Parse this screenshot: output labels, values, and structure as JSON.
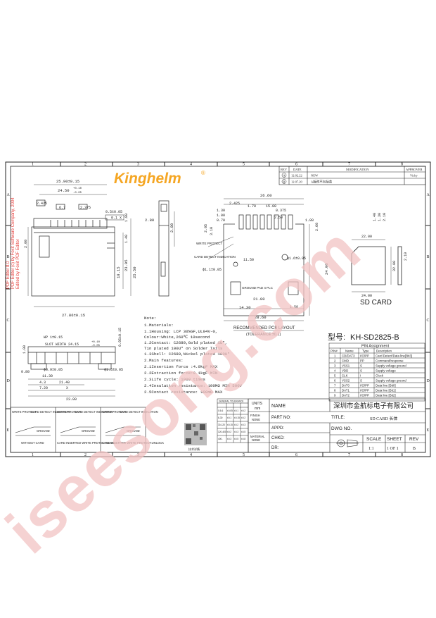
{
  "border": {
    "top_numbers": [
      "1",
      "2",
      "3",
      "4",
      "5",
      "6",
      "7",
      "8"
    ],
    "side_letters": [
      "A",
      "B",
      "C",
      "D",
      "E"
    ]
  },
  "brand": {
    "logo_text": "Kinghelm",
    "reg_mark": "®"
  },
  "foxit_notice": {
    "line1": "PDF Editor 8.0",
    "line2": "PDF Editor (c) by Foxit Software Company, 2004",
    "line3": "Edited by Foxit PDF Editor"
  },
  "revision_table": {
    "headers": [
      "REV",
      "DATE",
      "MODIFICATION",
      "APPROVER"
    ],
    "rows": [
      {
        "rev": "A",
        "date": "12.02.22",
        "mod": "NEW",
        "approver": "Vicky"
      },
      {
        "rev": "B",
        "date": "12.07.20",
        "mod": "A版改不包括盖",
        "approver": ""
      }
    ]
  },
  "front_view": {
    "dims": [
      "25.90±0.15",
      "24.50",
      "+0.10",
      "-0.05",
      "2.425",
      "6.7",
      "2.375",
      "0.5±0.05",
      "0.1",
      "X",
      "2.00",
      "23.95",
      "18.15",
      "25.50",
      "27.86±0.15",
      "1.40",
      "1.80"
    ]
  },
  "side_view": {
    "dims": [
      "2.80",
      "2.00"
    ]
  },
  "pcb_layout": {
    "dims": [
      "26.60",
      "2.425",
      "1.70",
      "15.00",
      "0.375",
      "1.30",
      "1.00",
      "0.70",
      "2.05",
      "2.50",
      "3.10",
      "2.60",
      "11.50",
      "24.90",
      "21.00",
      "14.30",
      "28.60",
      "1.50",
      "1.80"
    ],
    "labels": {
      "write_protect": "WRITE PROTECT",
      "card_detect": "CARD DETECT INDICATION",
      "hole1": "ϕ1.1±0.05",
      "hole2": "ϕ1.6±0.05",
      "ground_pad": "GROUND PAD 4 PLC",
      "title": "RECOMMENDED PCB LAYOUT",
      "tolerance": "(TOLERANCE:±0.1)"
    }
  },
  "sd_card": {
    "label": "SD CARD",
    "dims": [
      "1.40",
      "2.10",
      "1.30",
      "22.00",
      "32.00",
      "24.00",
      "2.10"
    ]
  },
  "bottom_view": {
    "dims": [
      "WP 1±0.15",
      "SLOT WIDTH 24.15",
      "+0.10",
      "-0.05",
      "1.00",
      "0.80",
      "0.95±0.15",
      "ϕ0.9±0.05",
      "ϕ1.5±0.05",
      "11.30",
      "4.3",
      "7.20",
      "21.40",
      "X",
      "23.00"
    ]
  },
  "notes": {
    "title": "Note:",
    "lines": [
      "1.Materials:",
      "1.1Housing: LCP 30%GF,UL94V-0,",
      "          Colour:White,260℃ 10second",
      "1.2Contact: C2680,Gold plated 1U\",",
      "          Tin plated 100U\" on Solder Tails",
      "1.3Shell: C2680,Nickel plated 100U\"",
      "2.Main features:",
      "2.1Insertion force :4.0kgF MAX",
      "2.2Extraction force:0.1kgF MIN",
      "2.3Life cycle: 1000 times",
      "2.4Insulation resistance: 100MΩ MIN 500V",
      "2.5Contact resistance: 100mΩ MAX"
    ]
  },
  "part": {
    "label": "型号:",
    "number": "KH-SD2825-B"
  },
  "pin_table": {
    "title": "PIN Assignment",
    "headers": [
      "PIN#",
      "Name",
      "Type",
      "Description"
    ],
    "rows": [
      [
        "1",
        "CD/DAT3",
        "I/O/PP",
        "Card Detect/Data line[Bit3]"
      ],
      [
        "2",
        "CMD",
        "PP",
        "Command/response"
      ],
      [
        "3",
        "VSS1",
        "S",
        "Supply  voltage  ground"
      ],
      [
        "4",
        "VDD",
        "S",
        "Supply  voltage"
      ],
      [
        "5",
        "CLK",
        "I",
        "Clock"
      ],
      [
        "6",
        "VSS2",
        "S",
        "Supply  voltage  ground"
      ],
      [
        "7",
        "DAT0",
        "I/O/PP",
        "Data line [Bit0]"
      ],
      [
        "8",
        "DAT1",
        "I/O/PP",
        "Data line [Bit1]"
      ],
      [
        "9",
        "DAT2",
        "I/O/PP",
        "Data line [Bit2]"
      ]
    ]
  },
  "switch_diagrams": [
    {
      "left": "WRITE PROTECT",
      "right": "CARD DETECT INDICATION",
      "ground": "GROUND",
      "bottom": "WITHOUT CARD"
    },
    {
      "left": "WRITE PROTECT",
      "right": "CARD DETECT INDICATION",
      "ground": "GROUND",
      "bottom": "CARD INSERTED WRITE PROTECT:LOCK"
    },
    {
      "left": "WRITE PROTECT",
      "right": "CARD DETECT INDICATION",
      "ground": "GROUND",
      "bottom": "CARD INSERTED WRITE PROTECT:UNLOCK"
    }
  ],
  "tolerance_table": {
    "title": "GENERAL TOLERANCE",
    "rows": [
      [
        "0.5-6",
        "±0.05",
        "±0.1",
        "±0.2"
      ],
      [
        "6-30",
        "±0.1",
        "±0.15",
        "±0.2"
      ],
      [
        "30-120",
        "±0.15",
        "±0.2",
        "±0.3"
      ],
      [
        "120-400",
        "±0.2",
        "±0.3",
        "±0.5"
      ],
      [
        "400-",
        "±0.3",
        "±0.5",
        "±0.8"
      ]
    ]
  },
  "title_block": {
    "company": "深圳市金航标电子有限公司",
    "units_label": "UNITS",
    "units_value": "mm",
    "name_label": "NAME",
    "part_no_label": "PART NO:",
    "title_label": "TITLE:",
    "title_value": "SD CARD 长体",
    "dwg_no_label": "DWG NO.",
    "finish_label": "FINISH",
    "finish_value": "NONE",
    "material_label": "MATERIAL",
    "material_value": "NONE",
    "appd_label": "APPD:",
    "chkd_label": "CHKD:",
    "dr_label": "DR:",
    "scale_label": "SCALE",
    "scale_value": "1:1",
    "sheet_label": "SHEET",
    "sheet_value": "1 OF 1",
    "rev_label": "REV",
    "rev_value": "B",
    "qr_caption": "技术详情"
  },
  "watermark": {
    "text": "iseesong.com"
  },
  "colors": {
    "logo": "#f5a623",
    "watermark": "#f2c4c4",
    "foxit": "#e53935",
    "line": "#222222"
  }
}
